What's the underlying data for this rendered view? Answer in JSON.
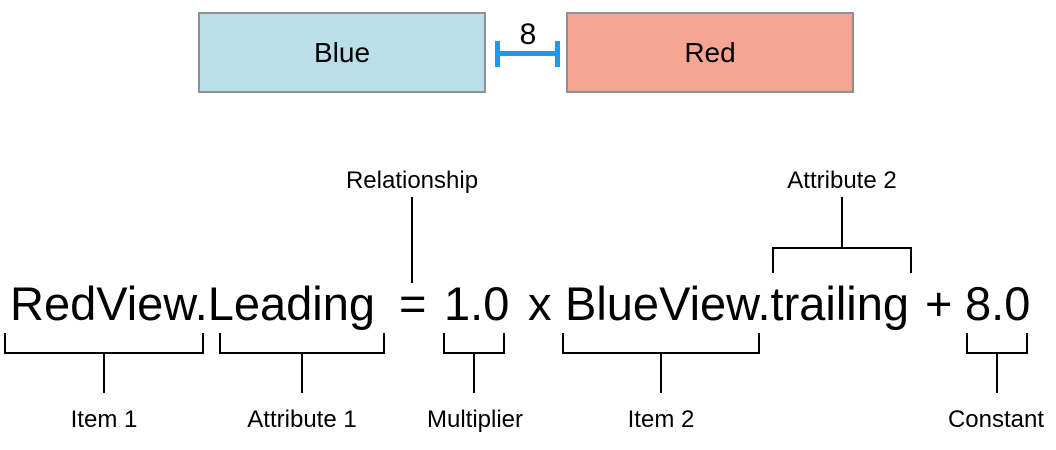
{
  "preview": {
    "blue_box": {
      "label": "Blue",
      "fill": "#badfe9",
      "border": "#8d9191"
    },
    "red_box": {
      "label": "Red",
      "fill": "#f5a592",
      "border": "#8d9191"
    },
    "spacing": {
      "label": "8",
      "line_color": "#1b9af8"
    }
  },
  "equation": {
    "item1": "RedView.Leading",
    "relation": "=",
    "multiplier": "1.0",
    "times": "x",
    "item2": "BlueView.trailing",
    "plus": "+",
    "constant": "8.0"
  },
  "callouts": {
    "relationship": "Relationship",
    "attribute2": "Attribute 2",
    "item1": "Item 1",
    "attribute1": "Attribute 1",
    "multiplier": "Multiplier",
    "item2": "Item 2",
    "constant": "Constant"
  }
}
